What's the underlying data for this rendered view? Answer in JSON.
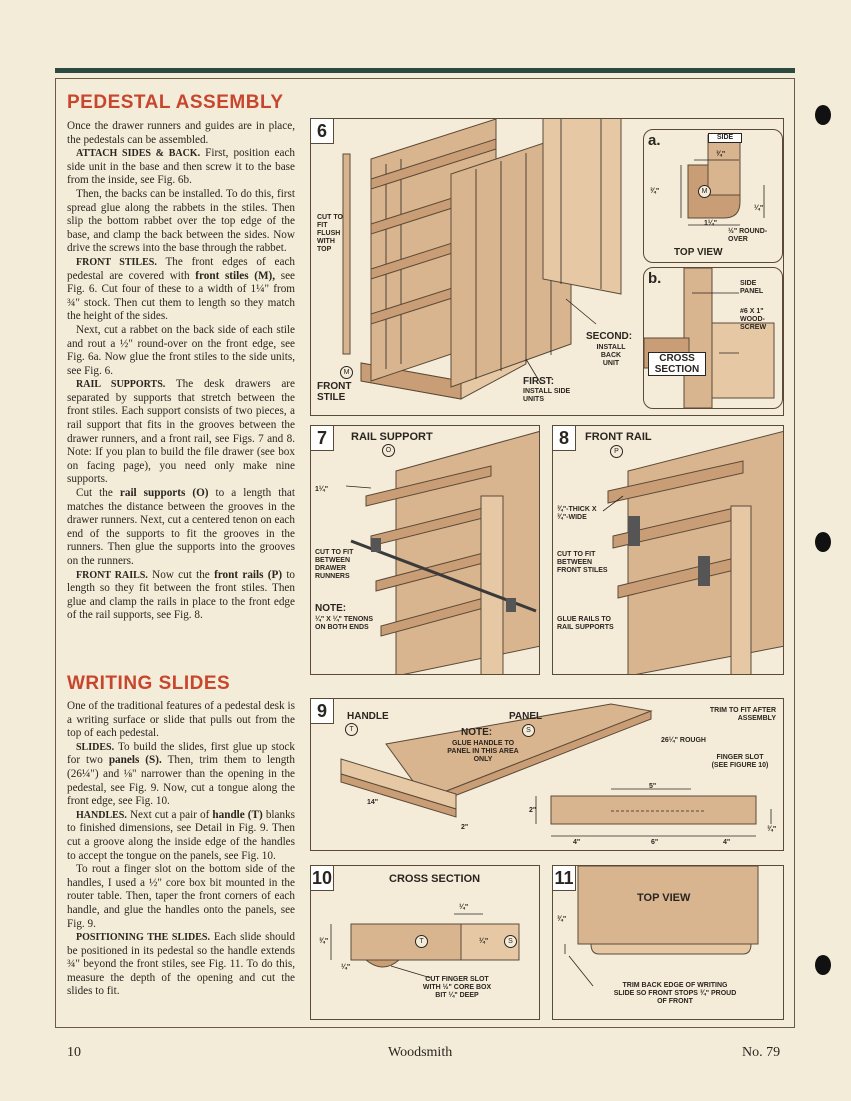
{
  "sections": {
    "pedestal": {
      "heading": "PEDESTAL ASSEMBLY",
      "p1": "Once the drawer runners and guides are in place, the pedestals can be assembled.",
      "p2_lead": "ATTACH SIDES & BACK.",
      "p2": "First, position each side unit in the base and then screw it to the base from the inside, see Fig. 6b.",
      "p3": "Then, the backs can be installed. To do this, first spread glue along the rabbets in the stiles. Then slip the bottom rabbet over the top edge of the base, and clamp the back between the sides. Now drive the screws into the base through the rabbet.",
      "p4_lead": "FRONT STILES.",
      "p4a": "The front edges of each pedestal are covered with",
      "p4_bold": "front stiles (M),",
      "p4b": "see Fig. 6. Cut four of these to a width of 1¼\" from ¾\" stock. Then cut them to length so they match the height of the sides.",
      "p5": "Next, cut a rabbet on the back side of each stile and rout a ½\" round-over on the front edge, see Fig. 6a. Now glue the front stiles to the side units, see Fig. 6.",
      "p6_lead": "RAIL SUPPORTS.",
      "p6": "The desk drawers are separated by supports that stretch between the front stiles. Each support consists of two pieces, a rail support that fits in the grooves between the drawer runners, and a front rail, see Figs. 7 and 8. Note: If you plan to build the file drawer (see box on facing page), you need only make nine supports.",
      "p7a": "Cut the",
      "p7_bold": "rail supports (O)",
      "p7b": "to a length that matches the distance between the grooves in the drawer runners. Next, cut a centered tenon on each end of the supports to fit the grooves in the runners. Then glue the supports into the grooves on the runners.",
      "p8_lead": "FRONT RAILS.",
      "p8a": "Now cut the",
      "p8_bold": "front rails (P)",
      "p8b": "to length so they fit between the front stiles. Then glue and clamp the rails in place to the front edge of the rail supports, see Fig. 8."
    },
    "slides": {
      "heading": "WRITING SLIDES",
      "p1": "One of the traditional features of a pedestal desk is a writing surface or slide that pulls out from the top of each pedestal.",
      "p2_lead": "SLIDES.",
      "p2a": "To build the slides, first glue up stock for two",
      "p2_bold": "panels (S).",
      "p2b": "Then, trim them to length (26¼\") and ⅛\" narrower than the opening in the pedestal, see Fig. 9. Now, cut a tongue along the front edge, see Fig. 10.",
      "p3_lead": "HANDLES.",
      "p3a": "Next cut a pair of",
      "p3_bold": "handle (T)",
      "p3b": "blanks to finished dimensions, see Detail in Fig. 9. Then cut a groove along the inside edge of the handles to accept the tongue on the panels, see Fig. 10.",
      "p4": "To rout a finger slot on the bottom side of the handles, I used a ½\" core box bit mounted in the router table. Then, taper the front corners of each handle, and glue the handles onto the panels, see Fig. 9.",
      "p5_lead": "POSITIONING THE SLIDES.",
      "p5": "Each slide should be positioned in its pedestal so the handle extends ¾\" beyond the front stiles, see Fig. 11. To do this, measure the depth of the opening and cut the slides to fit."
    }
  },
  "fig6": {
    "num": "6",
    "cut_label": "CUT TO FIT FLUSH WITH TOP",
    "front_stile": "FRONT STILE",
    "m": "M",
    "first": "FIRST:",
    "first_sub": "INSTALL SIDE UNITS",
    "second": "SECOND:",
    "second_sub": "INSTALL BACK UNIT",
    "a": {
      "letter": "a.",
      "side": "SIDE",
      "d34_top": "¾\"",
      "d34_left": "¾\"",
      "d114": "1¼\"",
      "d14": "¼\"",
      "roundover": "½\" ROUND-OVER",
      "m": "M",
      "title": "TOP VIEW"
    },
    "b": {
      "letter": "b.",
      "side_panel": "SIDE PANEL",
      "screw": "#6 x 1\" WOOD-SCREW",
      "cross": "CROSS",
      "section": "SECTION"
    }
  },
  "fig7": {
    "num": "7",
    "title": "RAIL SUPPORT",
    "o": "O",
    "dim": "1¼\"",
    "cut": "CUT TO FIT BETWEEN DRAWER RUNNERS",
    "note": "NOTE:",
    "note_sub": "¼\" x ¼\" TENONS ON BOTH ENDS"
  },
  "fig8": {
    "num": "8",
    "title": "FRONT RAIL",
    "p": "P",
    "thick": "¾\"-THICK x ¾\"-WIDE",
    "cut": "CUT TO FIT BETWEEN FRONT STILES",
    "glue": "GLUE RAILS TO RAIL SUPPORTS"
  },
  "fig9": {
    "num": "9",
    "handle": "HANDLE",
    "t": "T",
    "panel": "PANEL",
    "s": "S",
    "note": "NOTE:",
    "note_sub": "GLUE HANDLE TO PANEL IN THIS AREA ONLY",
    "trim": "TRIM TO FIT AFTER ASSEMBLY",
    "rough": "26¼\" ROUGH",
    "d14": "14\"",
    "d2": "2\"",
    "finger": "FINGER SLOT (SEE FIGURE 10)",
    "d5": "5\"",
    "d2b": "2\"",
    "d34": "¾\"",
    "d4a": "4\"",
    "d6": "6\"",
    "d4b": "4\""
  },
  "fig10": {
    "num": "10",
    "title": "CROSS SECTION",
    "d14a": "¼\"",
    "d34": "¾\"",
    "d14b": "¼\"",
    "d14c": "¼\"",
    "t": "T",
    "s": "S",
    "cut": "CUT FINGER SLOT WITH ½\" CORE BOX BIT ¼\" DEEP"
  },
  "fig11": {
    "num": "11",
    "title": "TOP VIEW",
    "d34": "¾\"",
    "trim": "TRIM BACK EDGE OF WRITING SLIDE SO FRONT STOPS ¾\" PROUD OF FRONT"
  },
  "footer": {
    "page": "10",
    "mag": "Woodsmith",
    "issue": "No. 79"
  }
}
